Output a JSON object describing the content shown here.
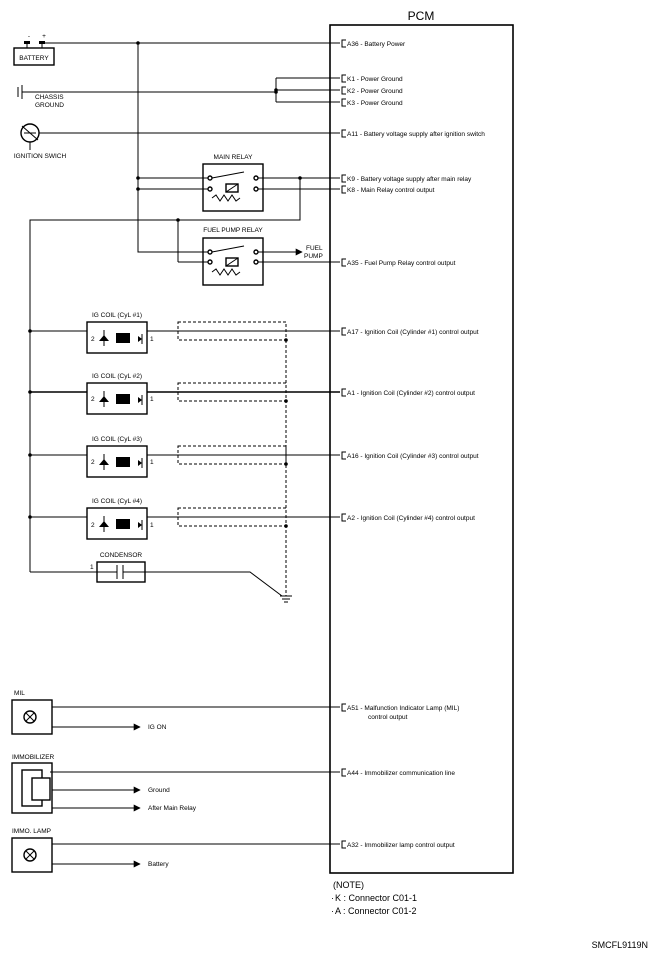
{
  "pcm": {
    "title": "PCM"
  },
  "components": {
    "battery": "BATTERY",
    "battery_minus": "-",
    "battery_plus": "+",
    "chassis_ground_1": "CHASSIS",
    "chassis_ground_2": "GROUND",
    "ignition_switch": "IGNITION SWICH",
    "main_relay": "MAIN RELAY",
    "fuel_pump_relay": "FUEL PUMP RELAY",
    "fuel_pump_1": "FUEL",
    "fuel_pump_2": "PUMP",
    "ig_coil_1": "IG COIL (CyL #1)",
    "ig_coil_2": "IG COIL (CyL #2)",
    "ig_coil_3": "IG COIL (CyL #3)",
    "ig_coil_4": "IG COIL (CyL #4)",
    "condensor": "CONDENSOR",
    "mil": "MIL",
    "immobilizer": "IMMOBILIZER",
    "immo_lamp": "IMMO. LAMP"
  },
  "coil_pins": {
    "left": "2",
    "right": "1"
  },
  "condensor_pin": "1",
  "terminals": {
    "a36": "A36 - Battery Power",
    "k1": "K1 - Power Ground",
    "k2": "K2 - Power Ground",
    "k3": "K3 - Power Ground",
    "a11": "A11 - Battery voltage supply after ignition switch",
    "k9": "K9 - Battery voltage supply after main relay",
    "k8": "K8 - Main Relay control output",
    "a35": "A35 - Fuel Pump Relay control output",
    "a17": "A17 - Ignition Coil (Cylinder #1) control output",
    "a1": "A1 - Ignition Coil (Cylinder #2) control output",
    "a16": "A16 - Ignition Coil (Cylinder #3) control output",
    "a2": "A2 - Ignition Coil (Cylinder #4) control output",
    "a51_1": "A51 - Malfunction Indicator Lamp (MIL)",
    "a51_2": "control output",
    "a44": "A44 - Immobilizer communication line",
    "a32": "A32 - Immobilizer lamp control output"
  },
  "arrows": {
    "ig_on": "IG ON",
    "ground": "Ground",
    "after_main_relay": "After Main Relay",
    "battery": "Battery"
  },
  "note": {
    "title": "(NOTE)",
    "k": "K : Connector C01-1",
    "a": "A : Connector C01-2"
  },
  "figure_code": "SMCFL9119N"
}
